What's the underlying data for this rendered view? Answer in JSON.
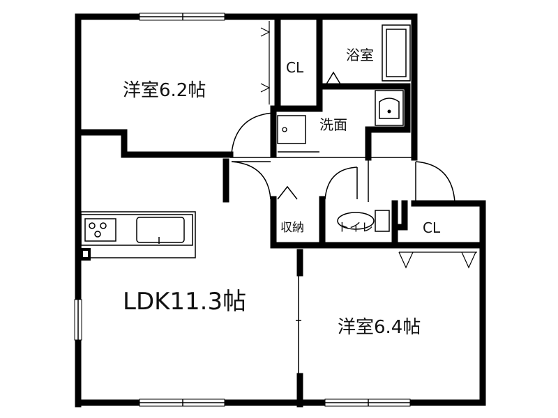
{
  "rooms": {
    "western_room_a": "洋室6.2帖",
    "western_room_b": "洋室6.4帖",
    "ldk": "LDK11.3帖",
    "closet_a": "CL",
    "closet_b": "CL",
    "bathroom": "浴室",
    "washroom": "洗面",
    "storage": "収納",
    "toilet": "トイレ"
  }
}
